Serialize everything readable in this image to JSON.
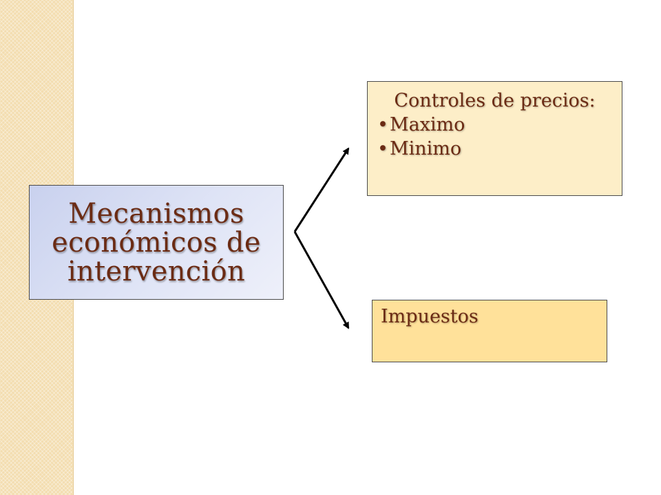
{
  "main_concept": {
    "title": "Mecanismos económicos de intervención"
  },
  "branches": [
    {
      "title": "Controles de precios:",
      "items": [
        "Maximo",
        "Minimo"
      ]
    },
    {
      "title": "Impuestos"
    }
  ],
  "colors": {
    "side_strip": "#f3ddb0",
    "text": "#6b2b14",
    "main_box": "#c9d1ee",
    "controls_box": "#fdeec8",
    "taxes_box": "#ffe19a",
    "arrows": "#000000"
  }
}
